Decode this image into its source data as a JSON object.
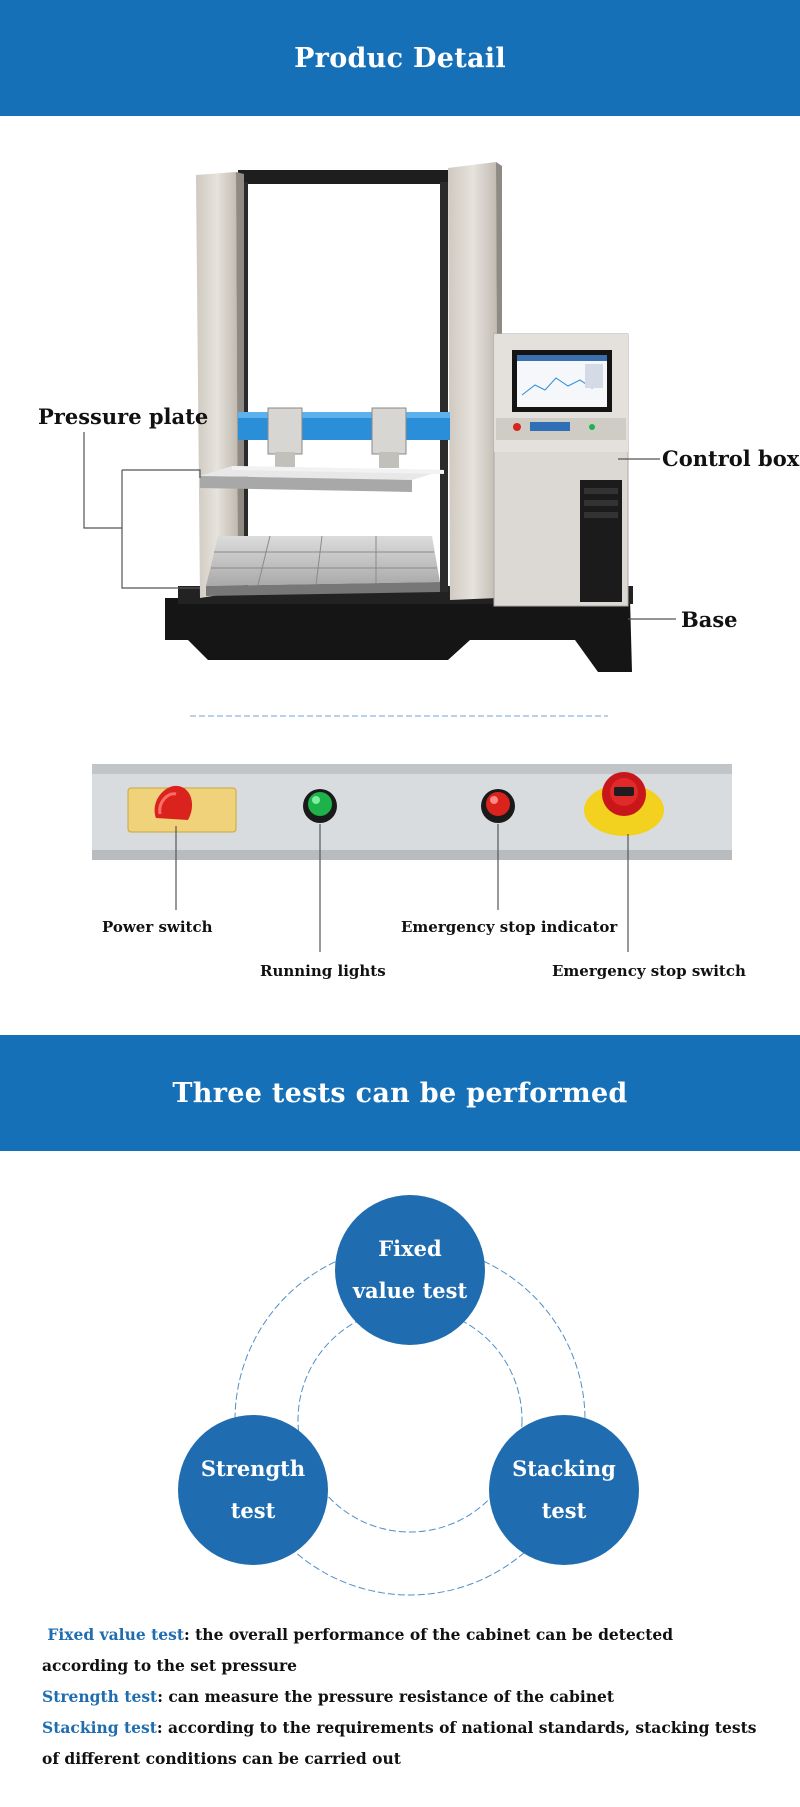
{
  "banners": {
    "detail_title": "Produc Detail",
    "tests_title": "Three tests can be performed"
  },
  "machine_callouts": {
    "pressure_plate": "Pressure plate",
    "control_box": "Control box",
    "base": "Base"
  },
  "panel_labels": {
    "power_switch": "Power switch",
    "running_lights": "Running lights",
    "emergency_stop_indicator": "Emergency stop indicator",
    "emergency_stop_switch": "Emergency stop switch"
  },
  "tests": {
    "fixed_value": "Fixed value test",
    "strength": "Strength test",
    "stacking": "Stacking test"
  },
  "descriptions": [
    {
      "term": "Fixed value test",
      "text": ": the overall performance of the cabinet can be detected according to the set pressure"
    },
    {
      "term": "Strength test",
      "text": ": can measure the pressure resistance of the cabinet"
    },
    {
      "term": "Stacking test",
      "text": ": according to the requirements of national standards, stacking tests of different conditions can be carried out"
    }
  ],
  "colors": {
    "banner_blue": "#1670b8",
    "circle_blue": "#1f6db0",
    "crossbeam_blue": "#2a8fd8",
    "emergency_red": "#d9231c",
    "running_green": "#1db34a"
  }
}
